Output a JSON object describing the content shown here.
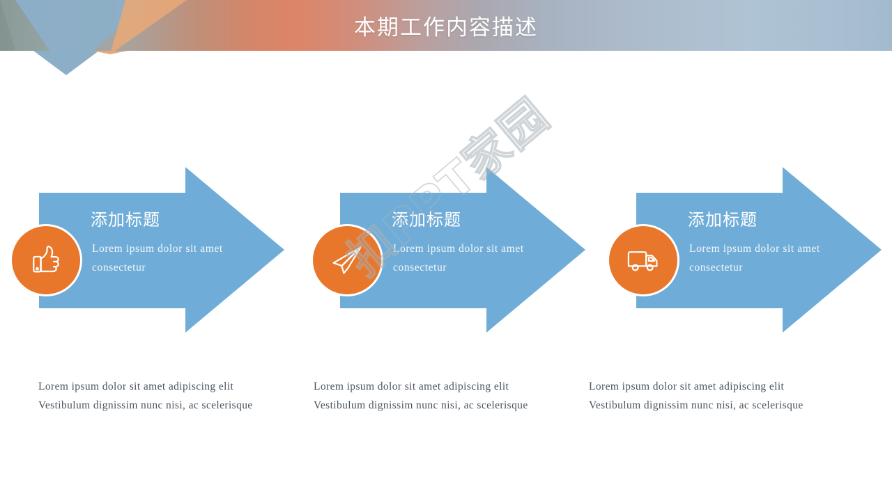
{
  "header": {
    "title": "本期工作内容描述",
    "gradient_colors": [
      "#8a9a96",
      "#dd8567",
      "#aec3d4"
    ],
    "triangle_blue": "#8cafc8",
    "triangle_orange": "#e5a878"
  },
  "theme": {
    "arrow_blue": "#6fadd8",
    "circle_orange": "#e8772b",
    "caption_text": "#4a5560",
    "arrow_text": "#ffffff"
  },
  "watermark": {
    "text": "扣PPT家园"
  },
  "items": [
    {
      "icon": "thumbs-up-icon",
      "title": "添加标题",
      "subtitle": "Lorem ipsum dolor sit amet consectetur",
      "caption": "Lorem ipsum dolor sit amet adipiscing elit Vestibulum dignissim nunc nisi, ac scelerisque"
    },
    {
      "icon": "paper-plane-icon",
      "title": "添加标题",
      "subtitle": "Lorem ipsum dolor sit amet consectetur",
      "caption": "Lorem ipsum dolor sit amet adipiscing elit Vestibulum dignissim nunc nisi, ac scelerisque"
    },
    {
      "icon": "delivery-truck-icon",
      "title": "添加标题",
      "subtitle": "Lorem ipsum dolor sit amet consectetur",
      "caption": "Lorem ipsum dolor sit amet adipiscing elit Vestibulum dignissim nunc nisi, ac scelerisque"
    }
  ]
}
